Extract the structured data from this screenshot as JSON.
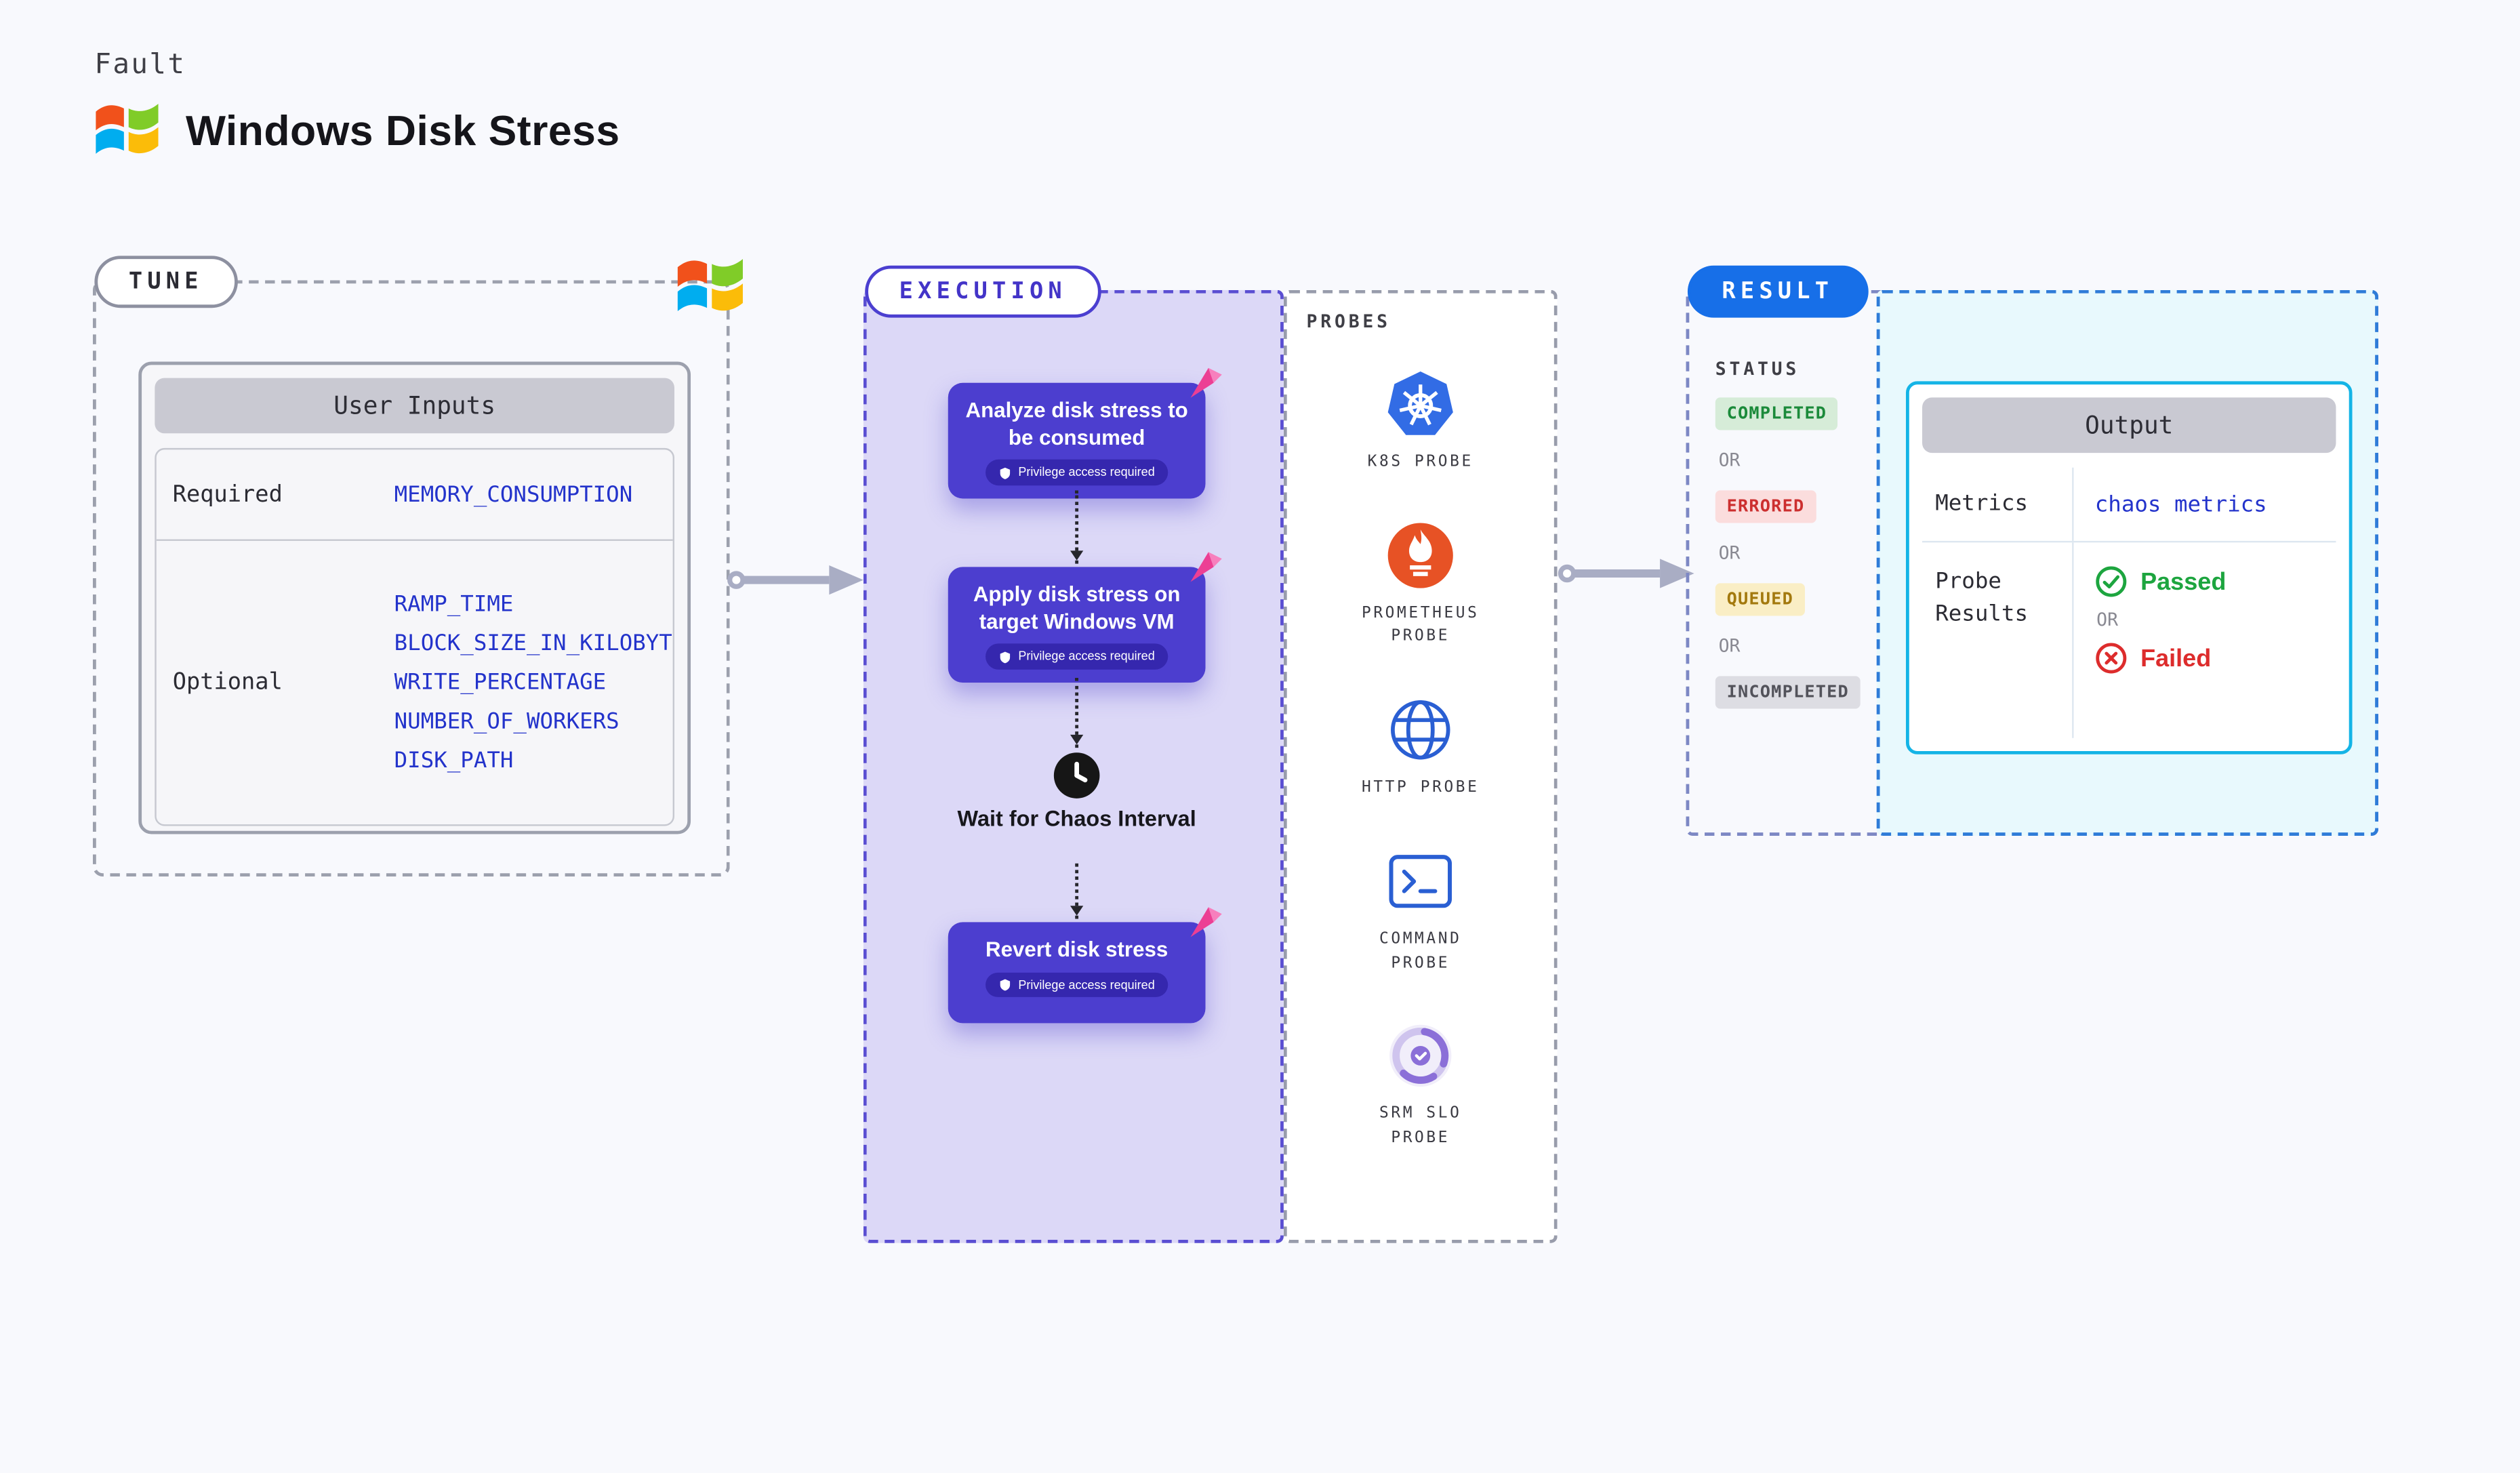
{
  "header": {
    "kicker": "Fault",
    "title": "Windows Disk Stress"
  },
  "tune": {
    "label": "TUNE",
    "table_title": "User Inputs",
    "required_label": "Required",
    "required_items": [
      "MEMORY_CONSUMPTION"
    ],
    "optional_label": "Optional",
    "optional_items": [
      "RAMP_TIME",
      "BLOCK_SIZE_IN_KILOBYTES",
      "WRITE_PERCENTAGE",
      "NUMBER_OF_WORKERS",
      "DISK_PATH"
    ]
  },
  "execution": {
    "label": "EXECUTION",
    "steps": [
      {
        "title": "Analyze disk stress to be consumed",
        "badge": "Privilege access required"
      },
      {
        "title": "Apply disk stress on target Windows VM",
        "badge": "Privilege access required"
      },
      {
        "title": "Revert disk stress",
        "badge": "Privilege access required"
      }
    ],
    "wait_label": "Wait for Chaos Interval"
  },
  "probes": {
    "label": "PROBES",
    "items": [
      {
        "name": "K8S PROBE",
        "icon": "k8s-icon"
      },
      {
        "name": "PROMETHEUS PROBE",
        "icon": "prometheus-icon"
      },
      {
        "name": "HTTP PROBE",
        "icon": "http-globe-icon"
      },
      {
        "name": "COMMAND PROBE",
        "icon": "terminal-icon"
      },
      {
        "name": "SRM SLO PROBE",
        "icon": "srm-slo-icon"
      }
    ]
  },
  "result": {
    "label": "RESULT",
    "status_label": "STATUS",
    "statuses": [
      {
        "text": "COMPLETED",
        "type": "completed"
      },
      {
        "text": "OR",
        "type": "or"
      },
      {
        "text": "ERRORED",
        "type": "errored"
      },
      {
        "text": "OR",
        "type": "or"
      },
      {
        "text": "QUEUED",
        "type": "queued"
      },
      {
        "text": "OR",
        "type": "or"
      },
      {
        "text": "INCOMPLETED",
        "type": "incompleted"
      }
    ],
    "output": {
      "title": "Output",
      "metrics_label": "Metrics",
      "metrics_value": "chaos metrics",
      "probe_results_label": "Probe Results",
      "passed": "Passed",
      "or": "OR",
      "failed": "Failed"
    }
  },
  "colors": {
    "accent_purple": "#4c3ecf",
    "execution_bg": "#dcd8f7",
    "result_blue": "#176fe8",
    "output_cyan": "#14b4e6",
    "link_blue": "#2333cb",
    "passed_green": "#1da53f",
    "failed_red": "#dd2c2c",
    "completed_green": "#1b8a3a",
    "errored_red": "#cc2f2f",
    "queued_yellow": "#a3790e"
  }
}
